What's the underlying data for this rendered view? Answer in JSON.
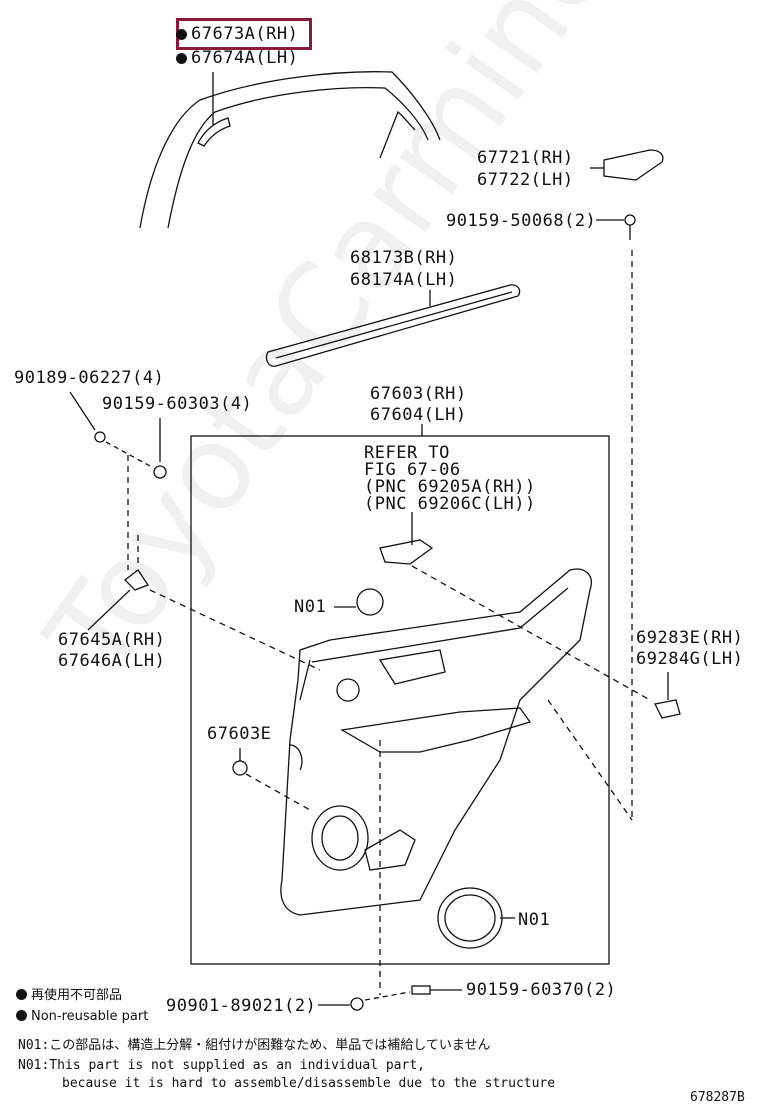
{
  "watermark": "ToyotaCarmine.ru",
  "parts": {
    "p67673": "67673A(RH)",
    "p67674": "67674A(LH)",
    "p67721": "67721(RH)",
    "p67722": "67722(LH)",
    "p90159_50068": "90159-50068(2)",
    "p68173": "68173B(RH)",
    "p68174": "68174A(LH)",
    "p90189": "90189-06227(4)",
    "p90159_60303": "90159-60303(4)",
    "p67603": "67603(RH)",
    "p67604": "67604(LH)",
    "refer": [
      "REFER TO",
      "FIG 67-06",
      "(PNC 69205A(RH))",
      "(PNC 69206C(LH))"
    ],
    "n01_top": "N01",
    "p67645": "67645A(RH)",
    "p67646": "67646A(LH)",
    "p69283": "69283E(RH)",
    "p69284": "69284G(LH)",
    "p67603e": "67603E",
    "n01_bottom": "N01",
    "p90901": "90901-89021(2)",
    "p90159_60370": "90159-60370(2)"
  },
  "legend": {
    "jp": "再使用不可部品",
    "en": "Non-reusable part"
  },
  "notes": {
    "line1": "N01:この部品は、構造上分解・組付けが困難なため、単品では補給していません",
    "line2": "N01:This part is not supplied as an individual part,",
    "line3": "because it is hard to assemble/disassemble due to the structure"
  },
  "figure_code": "678287B"
}
